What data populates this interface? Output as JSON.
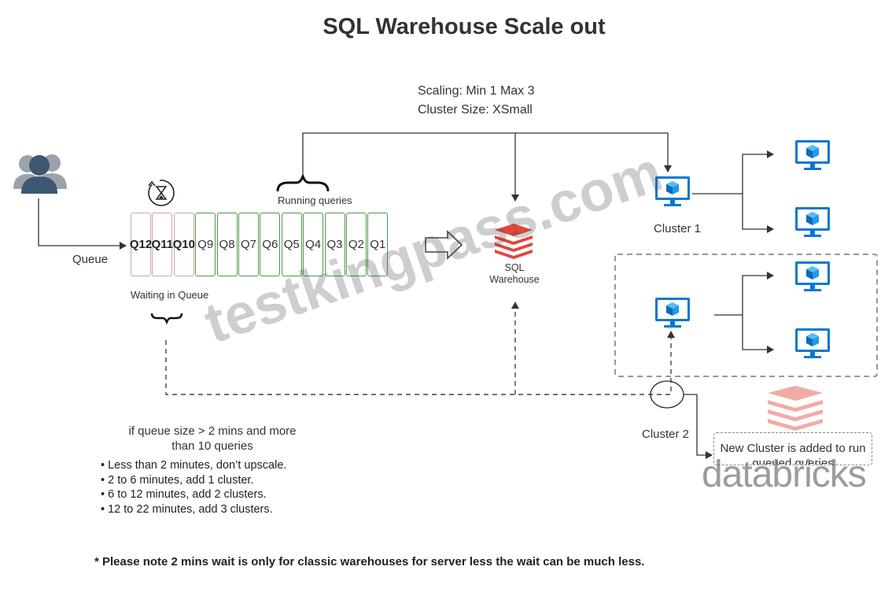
{
  "title": "SQL Warehouse Scale out",
  "scaling": {
    "line1": "Scaling:  Min 1 Max 3",
    "line2": "Cluster Size: XSmall"
  },
  "labels": {
    "queue": "Queue",
    "running_queries": "Running queries",
    "waiting_in_queue": "Waiting in Queue",
    "sql_warehouse_line1": "SQL",
    "sql_warehouse_line2": "Warehouse",
    "cluster1": "Cluster 1",
    "cluster2": "Cluster 2",
    "new_cluster": "New Cluster is added to run queued queries"
  },
  "queries": [
    {
      "label": "Q12",
      "state": "waiting"
    },
    {
      "label": "Q11",
      "state": "waiting"
    },
    {
      "label": "Q10",
      "state": "waiting"
    },
    {
      "label": "Q9",
      "state": "running"
    },
    {
      "label": "Q8",
      "state": "running"
    },
    {
      "label": "Q7",
      "state": "running"
    },
    {
      "label": "Q6",
      "state": "running"
    },
    {
      "label": "Q5",
      "state": "running"
    },
    {
      "label": "Q4",
      "state": "running"
    },
    {
      "label": "Q3",
      "state": "running"
    },
    {
      "label": "Q2",
      "state": "running"
    },
    {
      "label": "Q1",
      "state": "running"
    }
  ],
  "condition": {
    "line1": "if queue size  > 2 mins and more",
    "line2": "than 10 queries"
  },
  "rules": [
    "• Less than 2 minutes, don’t upscale.",
    "• 2 to 6 minutes, add 1 cluster.",
    "• 6 to 12 minutes, add 2 clusters.",
    "• 12 to 22 minutes, add 3 clusters."
  ],
  "note": "* Please note 2 mins wait is only for classic warehouses for server less the wait can be much less.",
  "watermarks": {
    "site": "testkingpass.com",
    "brand": "databricks"
  },
  "icons": {
    "user": "users-icon",
    "timer": "hourglass-timer-icon",
    "warehouse": "databricks-stack-icon",
    "compute": "monitor-cube-icon"
  },
  "colors": {
    "monitor_blue": "#0a78d4",
    "cube_blue": "#1f9be8",
    "databricks_red": "#e2463a",
    "waiting_border": "#c9a7a7",
    "running_border": "#4a9a4a",
    "user_dark": "#3e5871",
    "user_light": "#9aa3ab"
  }
}
